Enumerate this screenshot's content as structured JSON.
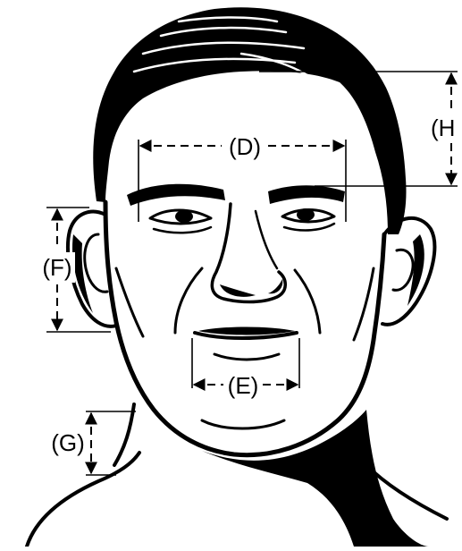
{
  "labels": {
    "d": "(D)",
    "e": "(E)",
    "f": "(F)",
    "g": "(G)",
    "h": "(H"
  }
}
